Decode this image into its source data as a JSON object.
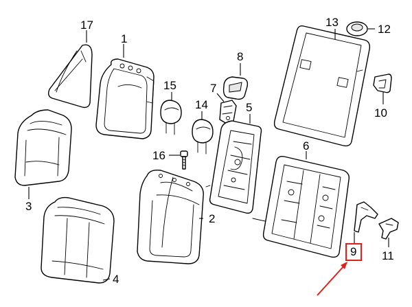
{
  "callouts": [
    {
      "id": "p1",
      "number": "1"
    },
    {
      "id": "p2",
      "number": "2"
    },
    {
      "id": "p3",
      "number": "3"
    },
    {
      "id": "p4",
      "number": "4"
    },
    {
      "id": "p5",
      "number": "5"
    },
    {
      "id": "p6",
      "number": "6"
    },
    {
      "id": "p7",
      "number": "7"
    },
    {
      "id": "p8",
      "number": "8"
    },
    {
      "id": "p9",
      "number": "9"
    },
    {
      "id": "p10",
      "number": "10"
    },
    {
      "id": "p11",
      "number": "11"
    },
    {
      "id": "p12",
      "number": "12"
    },
    {
      "id": "p13",
      "number": "13"
    },
    {
      "id": "p14",
      "number": "14"
    },
    {
      "id": "p15",
      "number": "15"
    },
    {
      "id": "p16",
      "number": "16"
    },
    {
      "id": "p17",
      "number": "17"
    }
  ],
  "highlight": {
    "part_number": "9",
    "color": "#e0201c"
  }
}
